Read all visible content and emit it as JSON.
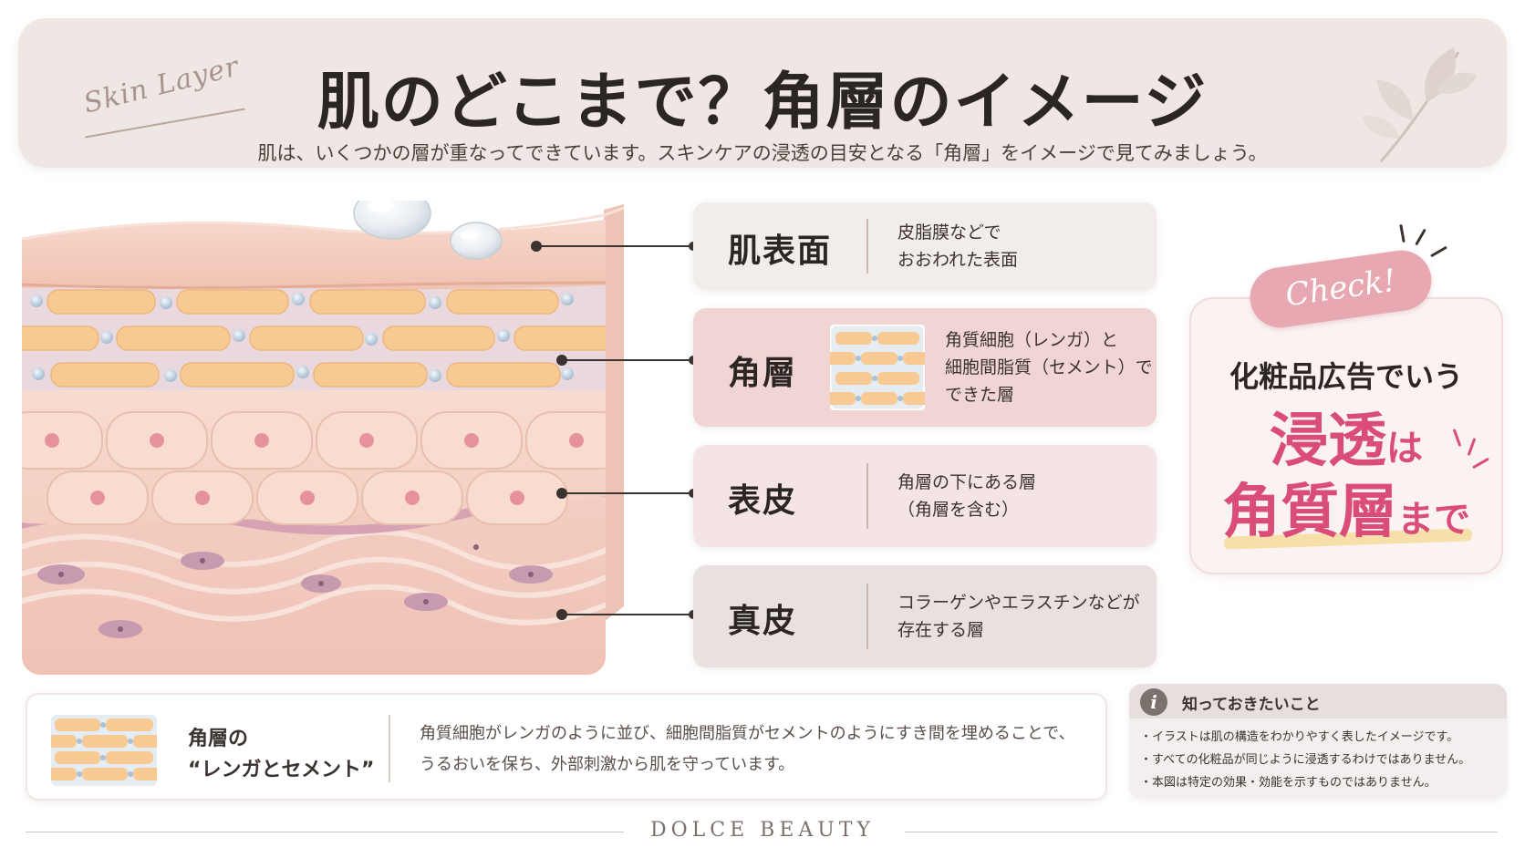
{
  "header": {
    "script_label": "Skin Layer",
    "title": "肌のどこまで？角層のイメージ",
    "subtitle": "肌は、いくつかの層が重なってできています。スキンケアの浸透の目安となる「角層」をイメージで見てみましょう。"
  },
  "layers": [
    {
      "name": "肌表面",
      "desc_lines": [
        "皮脂膜などで",
        "おおわれた表面"
      ]
    },
    {
      "name": "角層",
      "desc_lines": [
        "角質細胞（レンガ）と",
        "細胞間脂質（セメント）で",
        "できた層"
      ]
    },
    {
      "name": "表皮",
      "desc_lines": [
        "角層の下にある層",
        "（角層を含む）"
      ]
    },
    {
      "name": "真皮",
      "desc_lines": [
        "コラーゲンやエラスチンなどが",
        "存在する層"
      ]
    }
  ],
  "check": {
    "tag": "Check!",
    "line1": "化粧品広告でいう",
    "line2_big": "浸透",
    "line2_small": "は",
    "line3_big": "角質層",
    "line3_small": "まで"
  },
  "info_panel": {
    "title_line1": "角層の",
    "title_line2": "“レンガとセメント”",
    "text_line1": "角質細胞がレンガのように並び、細胞間脂質がセメントのようにすき間を埋めることで、",
    "text_line2": "うるおいを保ち、外部刺激から肌を守っています。"
  },
  "notes": {
    "icon": "i",
    "title": "知っておきたいこと",
    "items": [
      "・イラストは肌の構造をわかりやすく表したイメージです。",
      "・すべての化粧品が同じように浸透するわけではありません。",
      "・本図は特定の効果・効能を示すものではありません。"
    ]
  },
  "footer": {
    "brand": "DOLCE BEAUTY"
  },
  "colors": {
    "header_bg": "#efe7e3",
    "accent_pink": "#d94d78",
    "tag_pink": "#e7a8b1",
    "brick": "#f6c795",
    "skin": "#f6d3c6",
    "dermis_cell": "#b98aa3"
  }
}
